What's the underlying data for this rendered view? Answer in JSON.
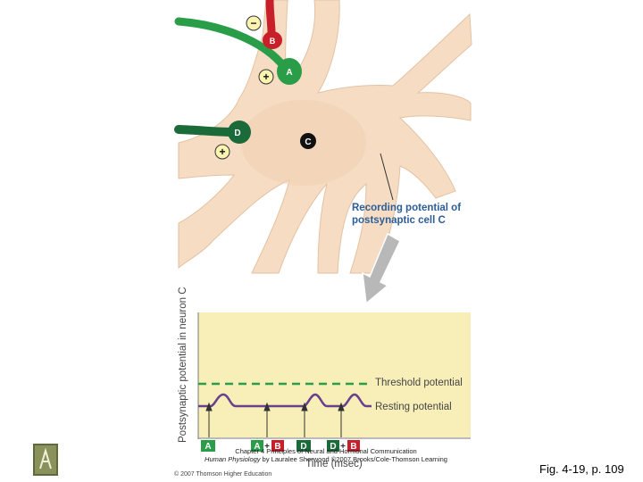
{
  "diagram": {
    "colors": {
      "neuron": "#f5dcc3",
      "neuron_edge": "#e3c2a3",
      "inhibitory": "#c8202a",
      "excitatory": "#2a9d48",
      "excitatory_dark": "#1b6a3a",
      "label_blue": "#2d5d97",
      "chart_bg": "#f8efb8",
      "trace": "#6a3f8e",
      "threshold": "#2a9d48",
      "arrow_grey": "#b8b8b8"
    },
    "synapses": {
      "A": "A",
      "B": "B",
      "D": "D",
      "C": "C"
    },
    "signs": {
      "B": "−",
      "A": "+",
      "D": "+"
    },
    "recording_label_line1": "Recording potential of",
    "recording_label_line2": "postsynaptic cell C",
    "y_axis_label": "Postsynaptic potential in neuron C",
    "x_axis_label": "Time (msec)",
    "threshold_label": "Threshold potential",
    "resting_label": "Resting potential",
    "stimuli": [
      {
        "parts": [
          "A"
        ]
      },
      {
        "parts": [
          "A",
          "+",
          "B"
        ]
      },
      {
        "parts": [
          "D"
        ]
      },
      {
        "parts": [
          "D",
          "+",
          "B"
        ]
      }
    ]
  },
  "caption_line1": "Chapter 4 Principles of Neural and Hormonal Communication",
  "caption_line2_italic": "Human Physiology",
  "caption_line2_rest": " by Lauralee Sherwood ©2007 Brooks/Cole-Thomson Learning",
  "copyright": "© 2007 Thomson Higher Education",
  "figure_ref": "Fig. 4-19, p. 109"
}
